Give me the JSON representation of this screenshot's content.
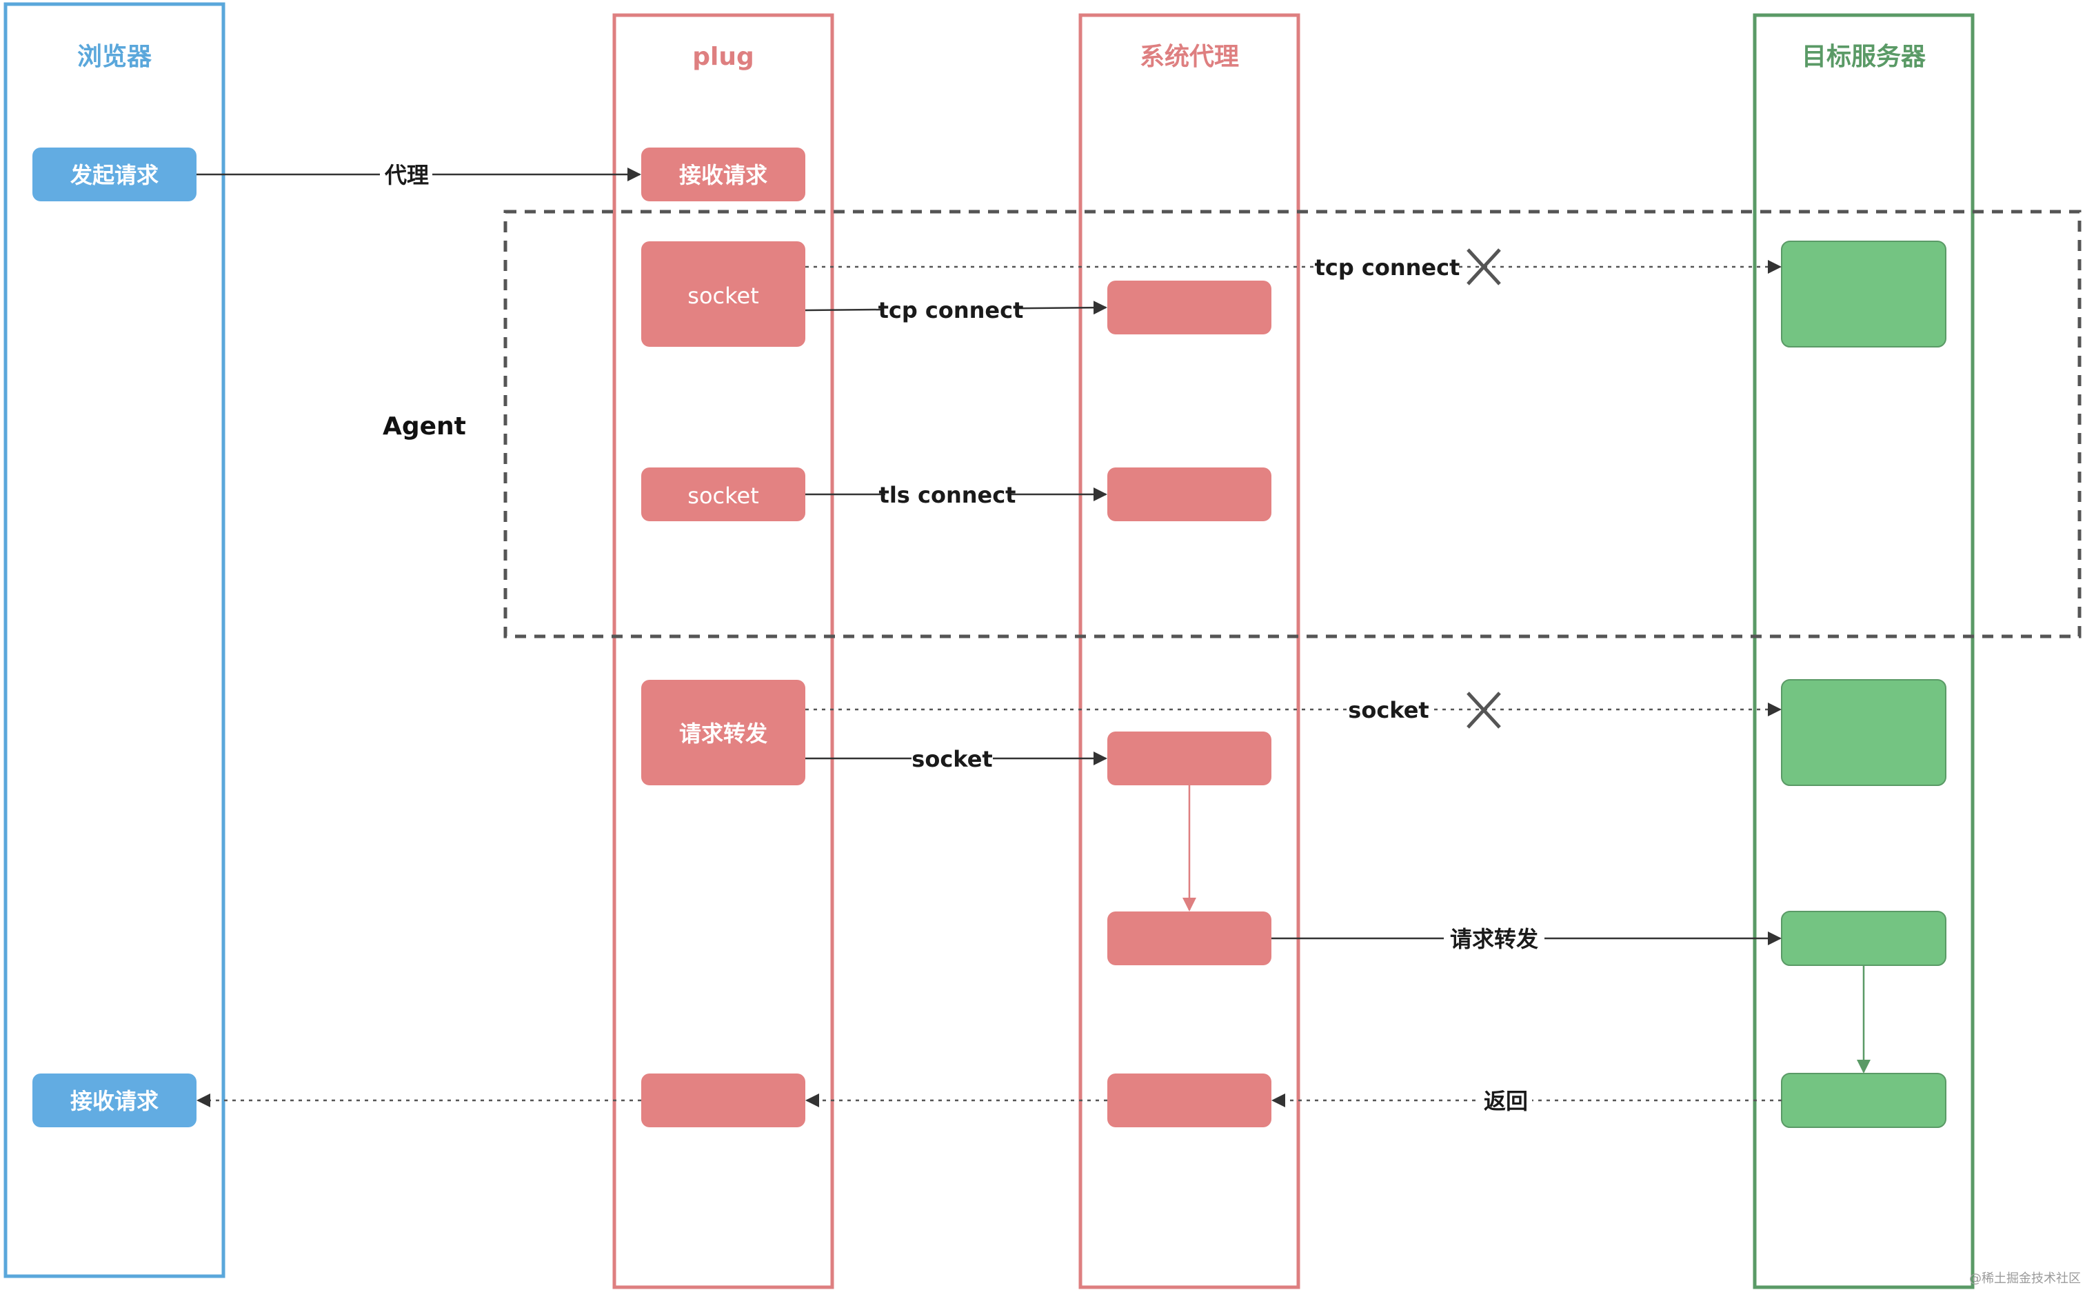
{
  "colors": {
    "browser": "#5aa7db",
    "plug": "#de7f80",
    "proxy": "#de7f80",
    "server": "#5a9a66",
    "red_box": "#e38282",
    "blue_box": "#62ace2",
    "green_box": "#74c482",
    "arrow": "#333333",
    "dash": "#555555"
  },
  "lanes": {
    "browser": "浏览器",
    "plug": "plug",
    "proxy": "系统代理",
    "server": "目标服务器"
  },
  "group": {
    "label": "Agent"
  },
  "boxes": {
    "browser_send": "发起请求",
    "plug_receive": "接收请求",
    "plug_socket_tcp": "socket",
    "plug_socket_tls": "socket",
    "plug_forward": "请求转发",
    "browser_receive": "接收请求"
  },
  "edges": {
    "proxy": "代理",
    "tcp_direct": "tcp connect",
    "tcp_proxy": "tcp connect",
    "tls": "tls connect",
    "socket_direct": "socket",
    "socket_proxy": "socket",
    "forward": "请求转发",
    "return": "返回"
  },
  "icons": {
    "blocked": "cross-icon"
  },
  "watermark": "@稀土掘金技术社区"
}
